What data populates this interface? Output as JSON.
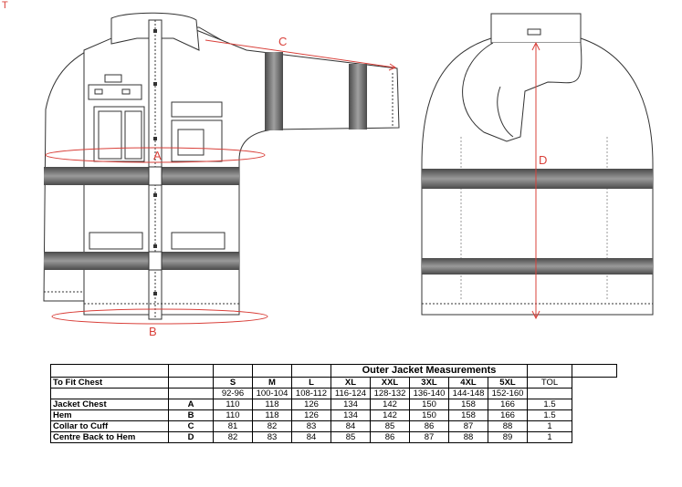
{
  "corner_mark": "T",
  "diagram_labels": {
    "a": "A",
    "b": "B",
    "c": "C",
    "d": "D"
  },
  "table": {
    "title": "Outer Jacket Measurements",
    "tol_header": "TOL",
    "fit_chest_label": "To Fit Chest",
    "sizes": [
      "S",
      "M",
      "L",
      "XL",
      "XXL",
      "3XL",
      "4XL",
      "5XL"
    ],
    "chest_ranges": [
      "92-96",
      "100-104",
      "108-112",
      "116-124",
      "128-132",
      "136-140",
      "144-148",
      "152-160"
    ],
    "rows": [
      {
        "label": "Jacket Chest",
        "code": "A",
        "values": [
          "110",
          "118",
          "126",
          "134",
          "142",
          "150",
          "158",
          "166"
        ],
        "tol": "1.5"
      },
      {
        "label": "Hem",
        "code": "B",
        "values": [
          "110",
          "118",
          "126",
          "134",
          "142",
          "150",
          "158",
          "166"
        ],
        "tol": "1.5"
      },
      {
        "label": "Collar to Cuff",
        "code": "C",
        "values": [
          "81",
          "82",
          "83",
          "84",
          "85",
          "86",
          "87",
          "88"
        ],
        "tol": "1"
      },
      {
        "label": "Centre Back to Hem",
        "code": "D",
        "values": [
          "82",
          "83",
          "84",
          "85",
          "86",
          "87",
          "88",
          "89"
        ],
        "tol": "1"
      }
    ]
  }
}
